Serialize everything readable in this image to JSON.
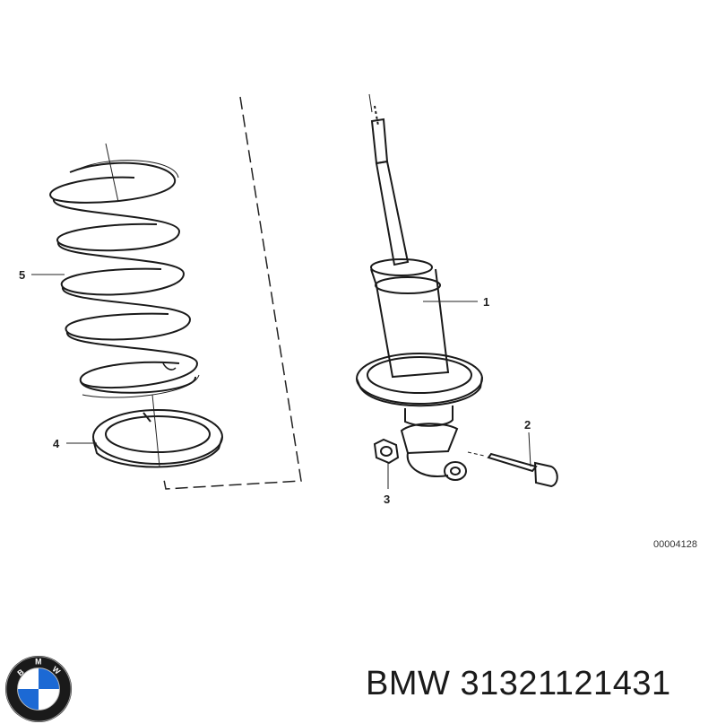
{
  "diagram": {
    "callouts": [
      {
        "id": "1",
        "part": "shock-absorber"
      },
      {
        "id": "2",
        "part": "bolt"
      },
      {
        "id": "3",
        "part": "nut"
      },
      {
        "id": "4",
        "part": "spring-pad"
      },
      {
        "id": "5",
        "part": "coil-spring"
      }
    ],
    "drawing_code": "00004128"
  },
  "logo": {
    "letters": "BMW",
    "colors": {
      "blue": "#1c69d4",
      "white": "#ffffff",
      "ring": "#1a1a1a"
    }
  },
  "caption": {
    "brand": "BMW",
    "part_number": "31321121431"
  }
}
